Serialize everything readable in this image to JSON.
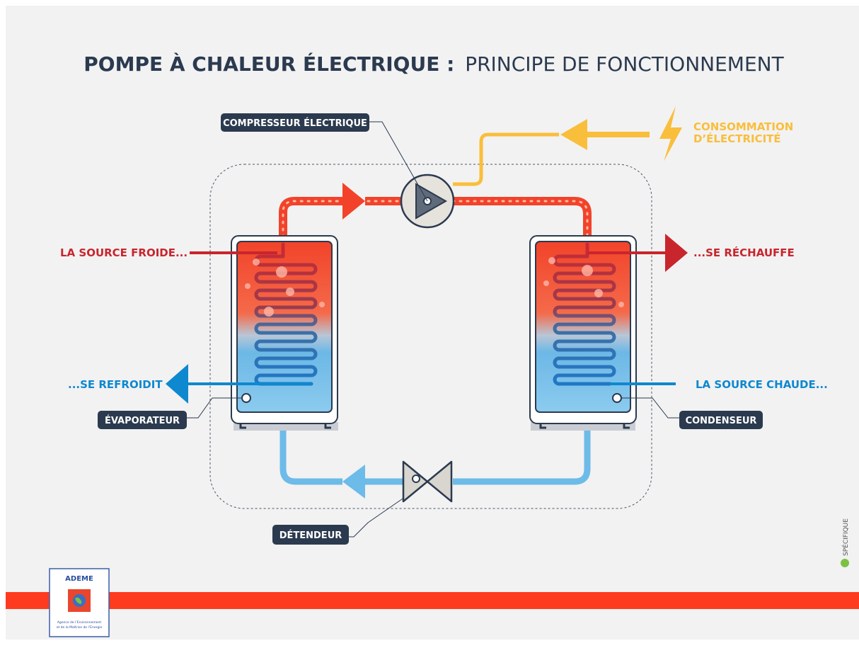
{
  "title": {
    "bold": "POMPE À CHALEUR ÉLECTRIQUE :",
    "light": "PRINCIPE DE FONCTIONNEMENT"
  },
  "labels": {
    "compressor": "COMPRESSEUR ÉLECTRIQUE",
    "consumption_line1": "CONSOMMATION",
    "consumption_line2": "D’ÉLECTRICITÉ",
    "cold_source": "LA SOURCE FROIDE...",
    "cools": "...SE REFROIDIT",
    "warms": "...SE RÉCHAUFFE",
    "hot_source": "LA SOURCE CHAUDE...",
    "evaporator": "ÉVAPORATEUR",
    "condenser": "CONDENSEUR",
    "expansion_valve": "DÉTENDEUR"
  },
  "logo": {
    "name": "ADEME",
    "line1": "Agence de l’Environnement",
    "line2": "et de la Maîtrise de l’Energie"
  },
  "credit": "SPÉCIFIQUE",
  "colors": {
    "navy": "#2b3a4f",
    "red": "#f2432a",
    "dark_red": "#c9252d",
    "blue": "#0e88cf",
    "light_blue": "#6dbbe8",
    "yellow": "#f9be3b",
    "background": "#f2f2f2",
    "bottom_band": "#ff3b1f"
  }
}
